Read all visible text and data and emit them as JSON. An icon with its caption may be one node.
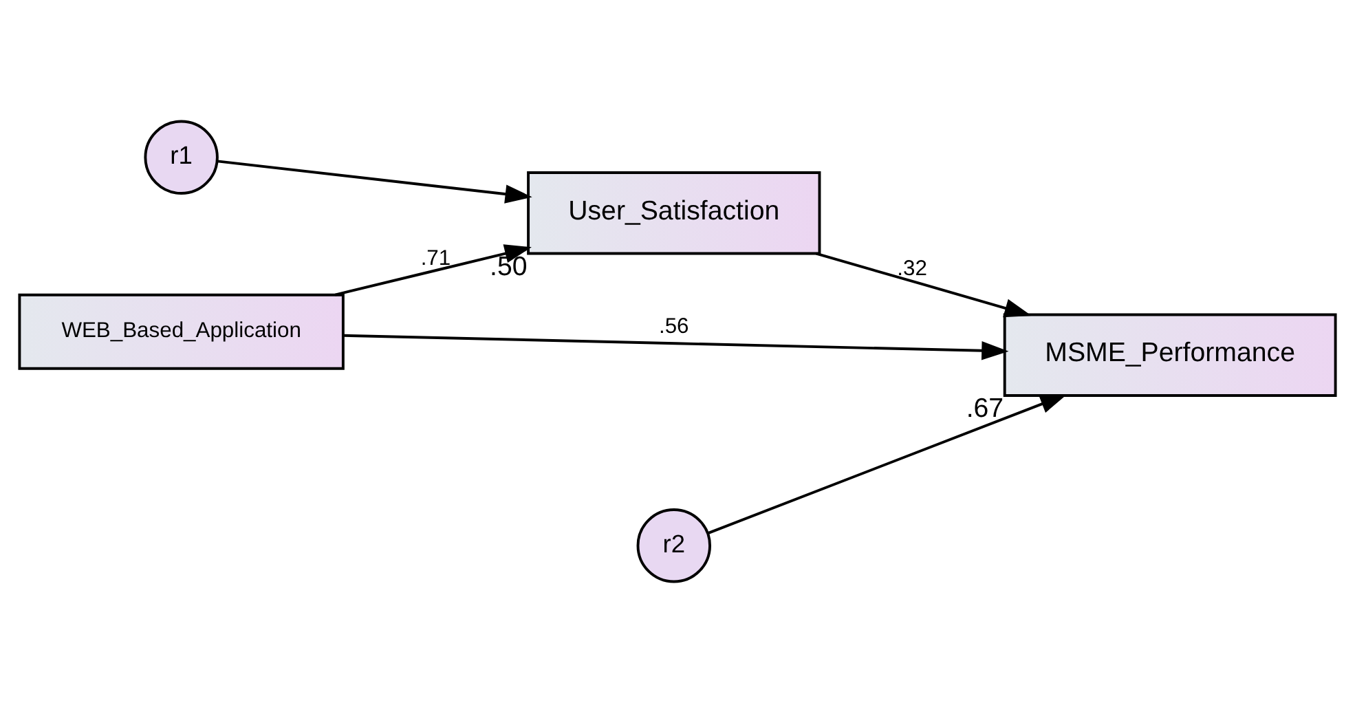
{
  "diagram": {
    "nodes": [
      {
        "text": [
          "r1"
        ]
      },
      {
        "text": [
          "User_Satisfaction"
        ],
        "beside": [
          ".50"
        ]
      },
      {
        "text": [
          "WEB_Based_Application"
        ]
      },
      {
        "text": [
          "MSME_Performance"
        ],
        "beside": [
          ".67"
        ]
      },
      {
        "text": [
          "r2"
        ]
      }
    ],
    "edges": [
      {
        "from": 0,
        "to": 1,
        "arrow": "to"
      },
      {
        "from": 2,
        "to": 1,
        "arrow": "to",
        "label": ".71"
      },
      {
        "from": 1,
        "to": 3,
        "arrow": "to",
        "label": ".32"
      },
      {
        "from": 2,
        "to": 3,
        "arrow": "to",
        "label": ".56"
      },
      {
        "from": 4,
        "to": 3,
        "arrow": "to"
      }
    ]
  }
}
